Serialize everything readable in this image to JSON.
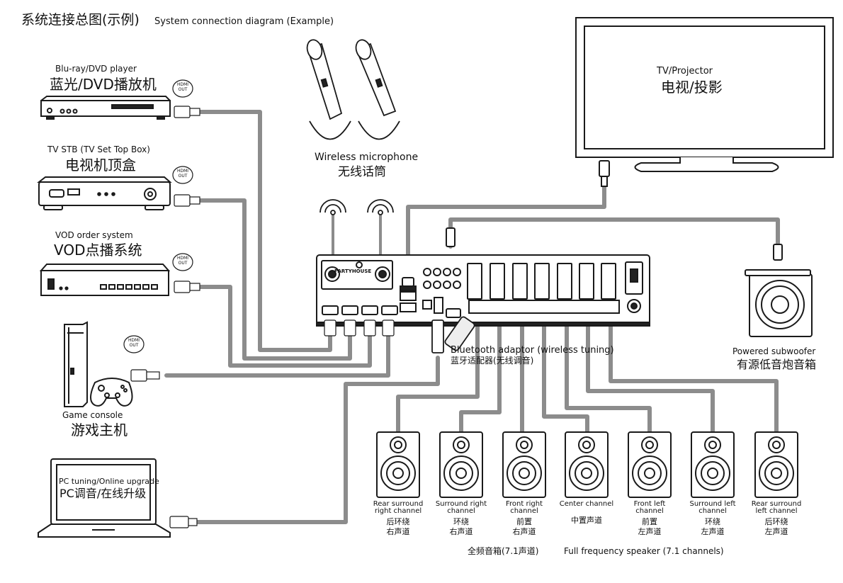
{
  "title": {
    "zh": "系统连接总图(示例)",
    "en": "System connection diagram (Example)"
  },
  "devices": {
    "bluray": {
      "en": "Blu-ray/DVD player",
      "zh": "蓝光/DVD播放机",
      "badge": [
        "HDMI",
        "OUT"
      ]
    },
    "stb": {
      "en": "TV STB (TV Set Top Box)",
      "zh": "电视机顶盒",
      "badge": [
        "HDMI",
        "OUT"
      ]
    },
    "vod": {
      "en": "VOD order system",
      "zh": "VOD点播系统",
      "badge": [
        "HDMI",
        "OUT"
      ]
    },
    "game": {
      "en": "Game console",
      "zh": "游戏主机",
      "badge": [
        "HDMI",
        "OUT"
      ]
    },
    "pc": {
      "en": "PC tuning/Online upgrade",
      "zh": "PC调音/在线升级"
    },
    "mic": {
      "en": "Wireless microphone",
      "zh": "无线话筒"
    },
    "tv": {
      "en": "TV/Projector",
      "zh": "电视/投影"
    },
    "subwoofer": {
      "en": "Powered subwoofer",
      "zh": "有源低音炮音箱"
    },
    "bluetooth": {
      "en": "Bluetooth adaptor (wireless tuning)",
      "zh": "蓝牙适配器(无线调音)"
    },
    "amp": {
      "brand": "PARTYHOUSE"
    }
  },
  "speakers": [
    {
      "en1": "Rear surround",
      "en2": "right channel",
      "zh1": "后环绕",
      "zh2": "右声道"
    },
    {
      "en1": "Surround right",
      "en2": "channel",
      "zh1": "环绕",
      "zh2": "右声道"
    },
    {
      "en1": "Front right",
      "en2": "channel",
      "zh1": "前置",
      "zh2": "右声道"
    },
    {
      "en1": "Center channel",
      "en2": "",
      "zh1": "中置声道",
      "zh2": ""
    },
    {
      "en1": "Front left",
      "en2": "channel",
      "zh1": "前置",
      "zh2": "左声道"
    },
    {
      "en1": "Surround left",
      "en2": "channel",
      "zh1": "环绕",
      "zh2": "左声道"
    },
    {
      "en1": "Rear surround",
      "en2": "left channel",
      "zh1": "后环绕",
      "zh2": "左声道"
    }
  ],
  "footer": {
    "zh": "全频音箱(7.1声道)",
    "en": "Full frequency speaker (7.1 channels)"
  },
  "colors": {
    "cable": "#8c8c8c",
    "outline": "#1a1a1a",
    "fill": "#ffffff",
    "dark": "#222222"
  }
}
